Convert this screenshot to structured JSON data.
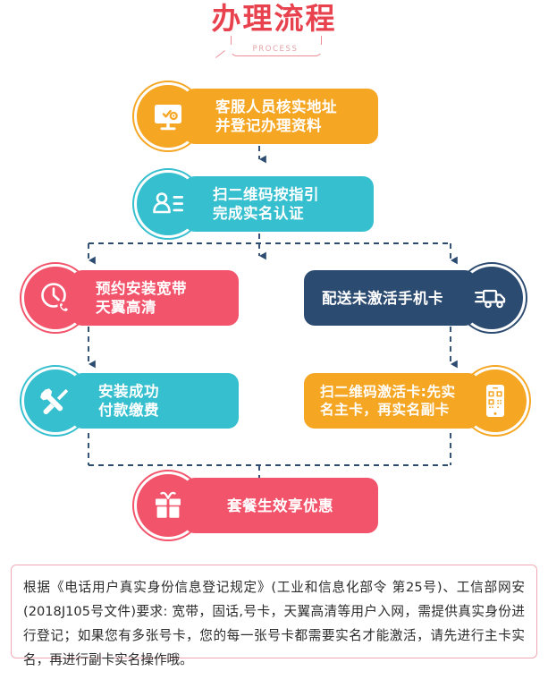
{
  "title": {
    "main": "办理流程",
    "sub": "PROCESS",
    "color": "#E8424F"
  },
  "colors": {
    "orange": "#F5A623",
    "teal": "#36BFCE",
    "pink": "#F2546B",
    "navy": "#2C4B71",
    "connector": "#2C4B71",
    "note_border": "#F0A9B4"
  },
  "steps": [
    {
      "id": "step-address-verify",
      "label": "客服人员核实地址\n并登记办理资料",
      "icon": "monitor-gear-icon",
      "color_key": "orange",
      "icon_side": "left"
    },
    {
      "id": "step-scan-realname",
      "label": "扫二维码按指引\n完成实名认证",
      "icon": "person-list-icon",
      "color_key": "teal",
      "icon_side": "left"
    },
    {
      "id": "step-book-broadband",
      "label": "预约安装宽带\n天翼高清",
      "icon": "clock-phone-icon",
      "color_key": "pink",
      "icon_side": "left"
    },
    {
      "id": "step-deliver-simcard",
      "label": "配送未激活手机卡",
      "icon": "delivery-truck-icon",
      "color_key": "navy",
      "icon_side": "right"
    },
    {
      "id": "step-install-payment",
      "label": "安装成功\n付款缴费",
      "icon": "tools-icon",
      "color_key": "teal",
      "icon_side": "left"
    },
    {
      "id": "step-activate-card",
      "label": "扫二维码激活卡:先实\n名主卡，再实名副卡",
      "icon": "smartphone-qr-icon",
      "color_key": "orange",
      "icon_side": "right"
    },
    {
      "id": "step-plan-effective",
      "label": "套餐生效享优惠",
      "icon": "gift-icon",
      "color_key": "pink",
      "icon_side": "left"
    }
  ],
  "note": {
    "text": "根据《电话用户真实身份信息登记规定》(工业和信息化部令 第25号)、工信部网安(2018J105号文件)要求: 宽带，固话,号卡，天翼高清等用户入网，需提供真实身份进行登记；如果您有多张号卡，您的每一张号卡都需要实名才能激活，请先进行主卡实名，再进行副卡实名操作哦。"
  }
}
